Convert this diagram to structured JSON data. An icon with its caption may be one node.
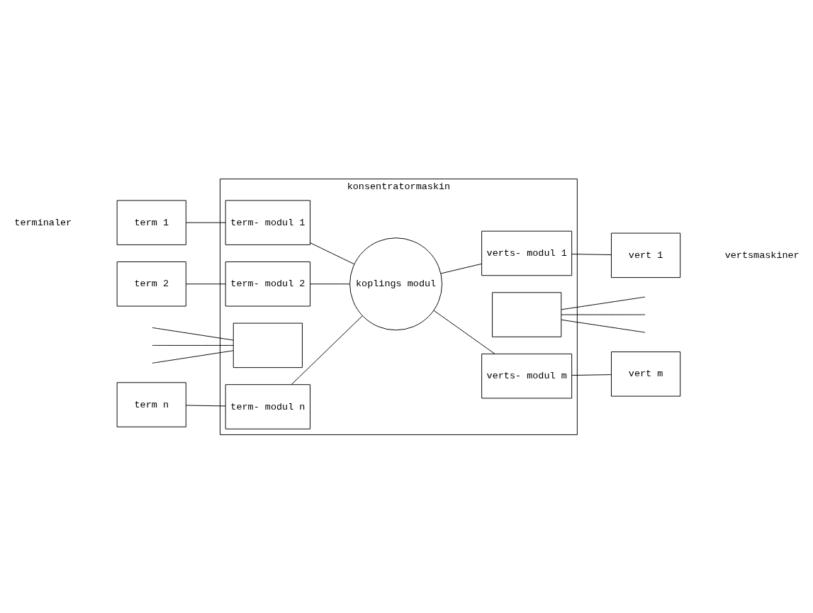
{
  "diagram": {
    "nodes": [
      {
        "text": [
          "konsentratormaskin"
        ]
      },
      {
        "text": [
          "term- modul 1"
        ],
        "in": 0
      },
      {
        "text": [
          "term- modul 2"
        ],
        "in": 0
      },
      {
        "text": [],
        "shape": "box",
        "in": 0
      },
      {
        "text": [
          "term- modul n"
        ],
        "in": 0
      },
      {
        "text": [
          "koplings modul"
        ],
        "in": 0
      },
      {
        "text": [
          "verts- modul 1"
        ],
        "in": 0
      },
      {
        "text": [],
        "shape": "box",
        "in": 0
      },
      {
        "text": [
          "verts- modul m"
        ],
        "in": 0
      },
      {
        "text": [
          "term 1"
        ]
      },
      {
        "text": [
          "term 2"
        ]
      },
      {
        "text": [
          "term n"
        ]
      },
      {
        "text": [
          "vert 1"
        ]
      },
      {
        "text": [
          "vert m"
        ]
      }
    ],
    "edges": [
      {
        "from": 9,
        "to": 1,
        "arrow": "none"
      },
      {
        "from": 10,
        "to": 2,
        "arrow": "none"
      },
      {
        "from": null,
        "to": 3,
        "arrow": "none"
      },
      {
        "from": null,
        "to": 3,
        "arrow": "none"
      },
      {
        "from": null,
        "to": 3,
        "arrow": "none"
      },
      {
        "from": 11,
        "to": 4,
        "arrow": "none"
      },
      {
        "from": 1,
        "to": 5,
        "arrow": "none"
      },
      {
        "from": 2,
        "to": 5,
        "arrow": "none"
      },
      {
        "from": 4,
        "to": 5,
        "arrow": "none"
      },
      {
        "from": 5,
        "to": 6,
        "arrow": "none"
      },
      {
        "from": 5,
        "to": 8,
        "arrow": "none"
      },
      {
        "from": 6,
        "to": 12,
        "arrow": "none"
      },
      {
        "from": 7,
        "to": null,
        "arrow": "none"
      },
      {
        "from": 7,
        "to": null,
        "arrow": "none"
      },
      {
        "from": 7,
        "to": null,
        "arrow": "none"
      },
      {
        "from": 8,
        "to": 13,
        "arrow": "none"
      }
    ],
    "labels": [
      "terminaler",
      "vertsmaskiner"
    ]
  }
}
